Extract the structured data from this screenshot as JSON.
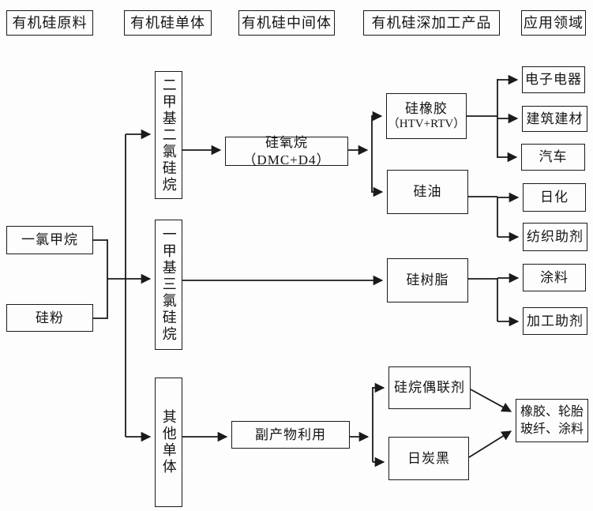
{
  "diagram": {
    "headers": [
      "有机硅原料",
      "有机硅单体",
      "有机硅中间体",
      "有机硅深加工产品",
      "应用领域"
    ],
    "raw_materials": [
      "一氯甲烷",
      "硅粉"
    ],
    "monomers": [
      "二甲基二氯硅烷",
      "一甲基三氯硅烷",
      "其他单体"
    ],
    "intermediates": [
      "硅氧烷（DMC+D4）",
      "副产物利用"
    ],
    "products": {
      "silicone_rubber_line1": "硅橡胶",
      "silicone_rubber_line2": "（HTV+RTV）",
      "silicone_oil": "硅油",
      "silicone_resin": "硅树脂",
      "silane_coupling_agent": "硅烷偶联剂",
      "carbon_black": "日炭黑"
    },
    "applications": [
      "电子电器",
      "建筑建材",
      "汽车",
      "日化",
      "纺织助剂",
      "涂料",
      "加工助剂"
    ],
    "combined_application": {
      "line1": "橡胶、轮胎",
      "line2": "玻纤、涂料"
    },
    "colors": {
      "line": "#1a1a1a",
      "box_border": "#1a1a1a",
      "background": "#fdfdfd",
      "text": "#141414"
    },
    "edges": [
      {
        "from": "一氯甲烷+硅粉",
        "to": "二甲基二氯硅烷"
      },
      {
        "from": "一氯甲烷+硅粉",
        "to": "一甲基三氯硅烷"
      },
      {
        "from": "一氯甲烷+硅粉",
        "to": "其他单体"
      },
      {
        "from": "二甲基二氯硅烷",
        "to": "硅氧烷（DMC+D4）"
      },
      {
        "from": "硅氧烷（DMC+D4）",
        "to": "硅橡胶（HTV+RTV）"
      },
      {
        "from": "硅氧烷（DMC+D4）",
        "to": "硅油"
      },
      {
        "from": "硅橡胶（HTV+RTV）",
        "to": "电子电器"
      },
      {
        "from": "硅橡胶（HTV+RTV）",
        "to": "建筑建材"
      },
      {
        "from": "硅橡胶（HTV+RTV）",
        "to": "汽车"
      },
      {
        "from": "硅油",
        "to": "日化"
      },
      {
        "from": "硅油",
        "to": "纺织助剂"
      },
      {
        "from": "一甲基三氯硅烷",
        "to": "硅树脂"
      },
      {
        "from": "硅树脂",
        "to": "涂料"
      },
      {
        "from": "硅树脂",
        "to": "加工助剂"
      },
      {
        "from": "其他单体",
        "to": "副产物利用"
      },
      {
        "from": "副产物利用",
        "to": "硅烷偶联剂"
      },
      {
        "from": "副产物利用",
        "to": "日炭黑"
      },
      {
        "from": "硅烷偶联剂",
        "to": "橡胶、轮胎玻纤、涂料"
      },
      {
        "from": "日炭黑",
        "to": "橡胶、轮胎玻纤、涂料"
      }
    ]
  }
}
